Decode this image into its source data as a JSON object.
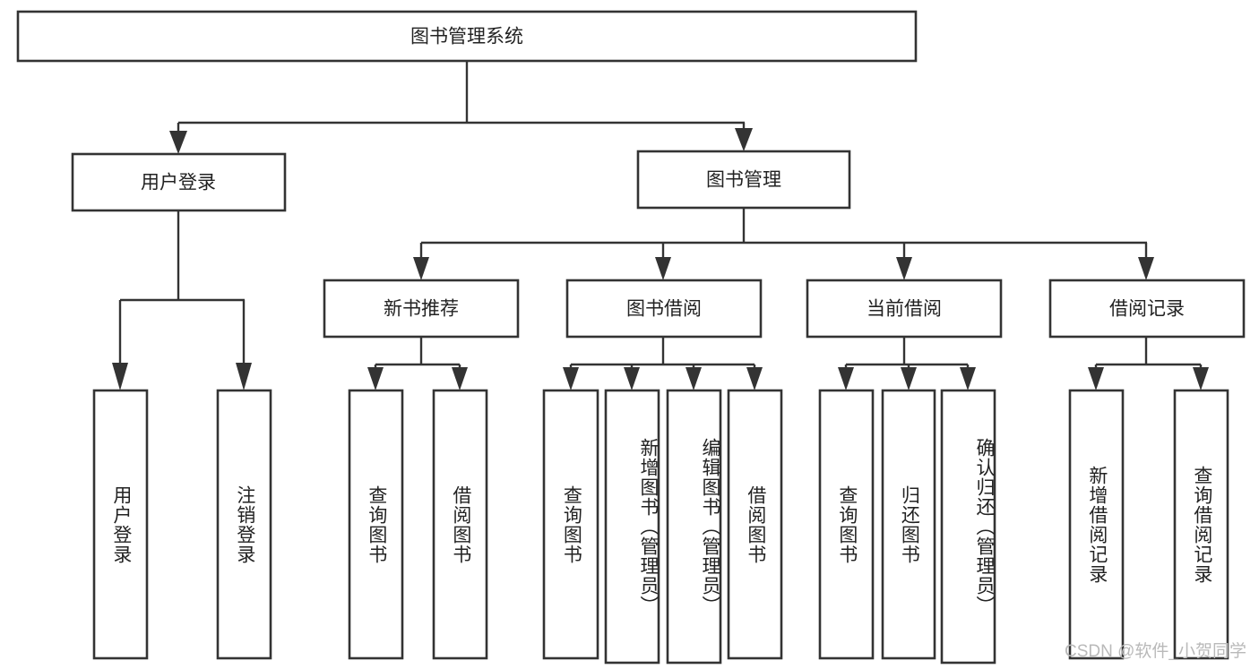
{
  "diagram": {
    "type": "tree",
    "title": "图书管理系统",
    "watermark": "CSDN @软件_小贺同学",
    "colors": {
      "stroke": "#333333",
      "box_fill": "#ffffff",
      "text": "#222222",
      "watermark": "#b9b9b9",
      "background": "#ffffff"
    },
    "root": {
      "label": "图书管理系统"
    },
    "level2": [
      {
        "label": "用户登录"
      },
      {
        "label": "图书管理"
      }
    ],
    "level3": [
      {
        "label": "新书推荐"
      },
      {
        "label": "图书借阅"
      },
      {
        "label": "当前借阅"
      },
      {
        "label": "借阅记录"
      }
    ],
    "leaves": {
      "user_login": [
        {
          "label": "用户登录"
        },
        {
          "label": "注销登录"
        }
      ],
      "new_book_recommend": [
        {
          "label": "查询图书"
        },
        {
          "label": "借阅图书"
        }
      ],
      "book_borrow": [
        {
          "label": "查询图书"
        },
        {
          "label": "新增图书（管理员）"
        },
        {
          "label": "编辑图书（管理员）"
        },
        {
          "label": "借阅图书"
        }
      ],
      "current_borrow": [
        {
          "label": "查询图书"
        },
        {
          "label": "归还图书"
        },
        {
          "label": "确认归还（管理员）"
        }
      ],
      "borrow_record": [
        {
          "label": "新增借阅记录"
        },
        {
          "label": "查询借阅记录"
        }
      ]
    }
  }
}
